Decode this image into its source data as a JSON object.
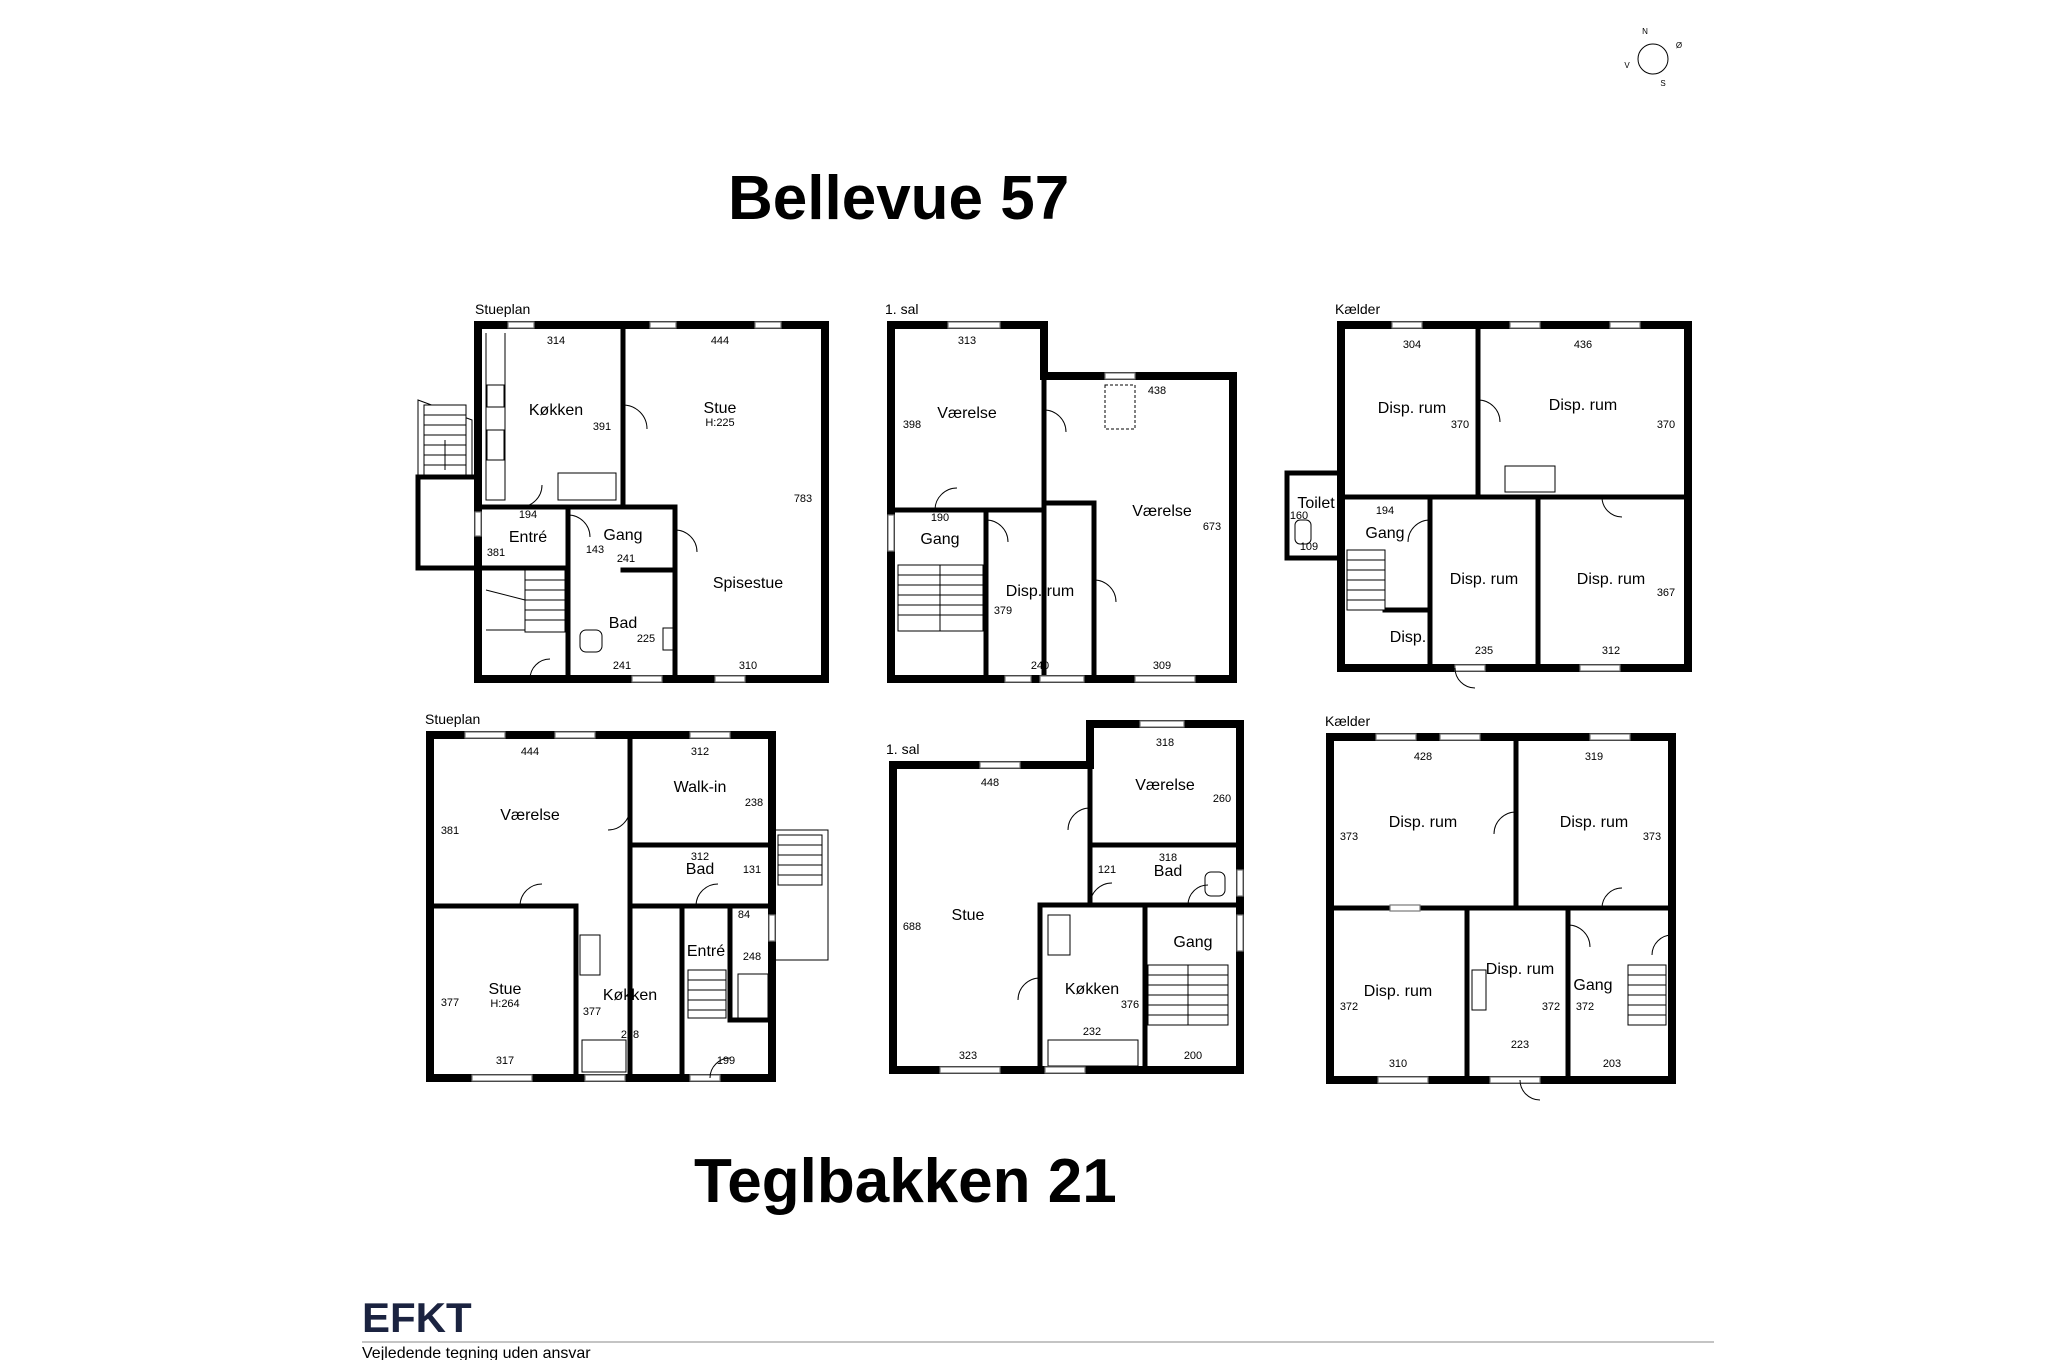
{
  "titles": {
    "top": "Bellevue 57",
    "bottom": "Teglbakken 21"
  },
  "compass": {
    "n": "N",
    "s": "S",
    "v": "V",
    "o": "Ø"
  },
  "floors": {
    "b1": {
      "label": "Stueplan",
      "rooms": {
        "kokken": "Køkken",
        "stue": "Stue",
        "stue_h": "H:225",
        "entre": "Entré",
        "gang": "Gang",
        "bad": "Bad",
        "spisestue": "Spisestue"
      },
      "dims": {
        "d314": "314",
        "d444": "444",
        "d391": "391",
        "d783": "783",
        "d194": "194",
        "d143": "143",
        "d241a": "241",
        "d381": "381",
        "d225": "225",
        "d241b": "241",
        "d310": "310"
      }
    },
    "b2": {
      "label": "1. sal",
      "rooms": {
        "vaer1": "Værelse",
        "vaer2": "Værelse",
        "gang": "Gang",
        "disp": "Disp. rum"
      },
      "dims": {
        "d313": "313",
        "d398": "398",
        "d438": "438",
        "d673": "673",
        "d190": "190",
        "d379": "379",
        "d240": "240",
        "d309": "309"
      }
    },
    "b3": {
      "label": "Kælder",
      "rooms": {
        "disp1": "Disp. rum",
        "disp2": "Disp. rum",
        "toilet": "Toilet",
        "gang": "Gang",
        "disp3": "Disp. rum",
        "disp4": "Disp. rum",
        "disp5": "Disp."
      },
      "dims": {
        "d304": "304",
        "d436": "436",
        "d370a": "370",
        "d370b": "370",
        "d160": "160",
        "d109": "109",
        "d194": "194",
        "d367": "367",
        "d235": "235",
        "d312": "312"
      }
    },
    "t1": {
      "label": "Stueplan",
      "rooms": {
        "vaer": "Værelse",
        "walkin": "Walk-in",
        "bad": "Bad",
        "entre": "Entré",
        "stue": "Stue",
        "stue_h": "H:264",
        "kokken": "Køkken"
      },
      "dims": {
        "d444": "444",
        "d312a": "312",
        "d238": "238",
        "d381": "381",
        "d312b": "312",
        "d131": "131",
        "d84": "84",
        "d248": "248",
        "d377a": "377",
        "d377b": "377",
        "d228": "228",
        "d317": "317",
        "d199": "199"
      }
    },
    "t2": {
      "label": "1. sal",
      "rooms": {
        "stue": "Stue",
        "vaer": "Værelse",
        "bad": "Bad",
        "gang": "Gang",
        "kokken": "Køkken"
      },
      "dims": {
        "d448": "448",
        "d318a": "318",
        "d260": "260",
        "d318b": "318",
        "d121": "121",
        "d688": "688",
        "d376": "376",
        "d232": "232",
        "d323": "323",
        "d200": "200"
      }
    },
    "t3": {
      "label": "Kælder",
      "rooms": {
        "disp1": "Disp. rum",
        "disp2": "Disp. rum",
        "disp3": "Disp. rum",
        "disp4": "Disp. rum",
        "gang": "Gang"
      },
      "dims": {
        "d428": "428",
        "d319": "319",
        "d373a": "373",
        "d373b": "373",
        "d372a": "372",
        "d372b": "372",
        "d372c": "372",
        "d310": "310",
        "d223": "223",
        "d203": "203"
      }
    }
  },
  "footer": {
    "logo": "EFKT",
    "disclaimer": "Vejledende tegning uden ansvar"
  },
  "colors": {
    "logo": "#1b2340",
    "wall": "#000000"
  }
}
